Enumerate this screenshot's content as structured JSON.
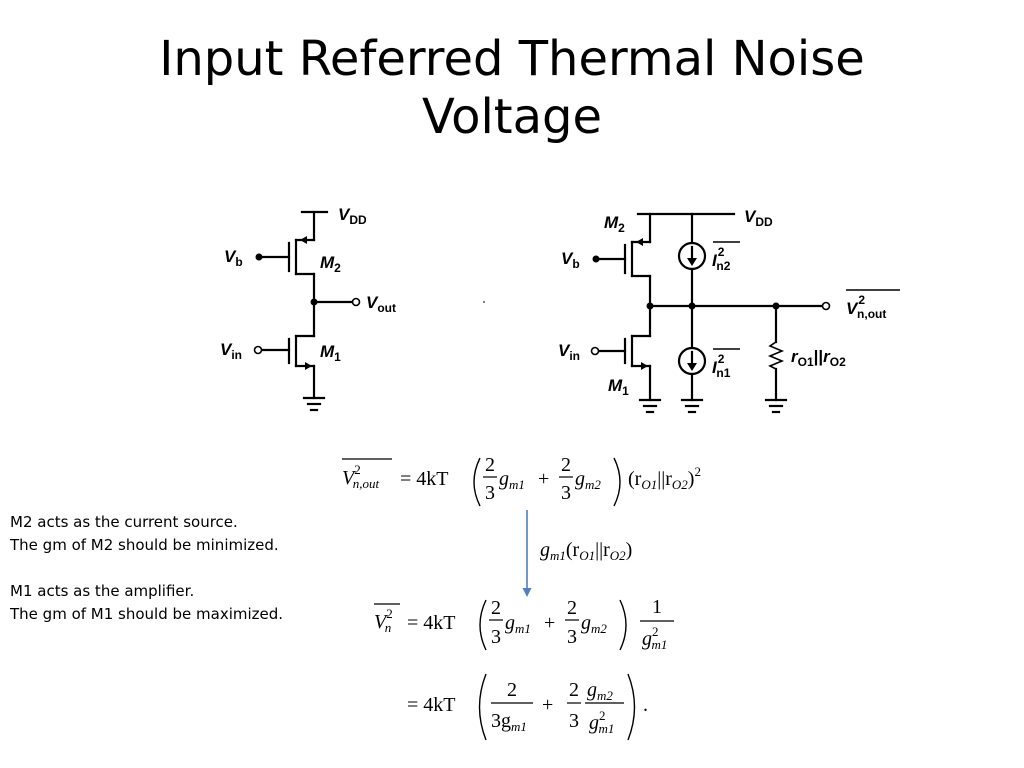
{
  "slide": {
    "title_line1": "Input Referred Thermal Noise",
    "title_line2": "Voltage"
  },
  "notes": {
    "line1": "M2 acts as the current source.",
    "line2": "The gm of M2 should be minimized.",
    "line3": "M1 acts as the amplifier.",
    "line4": "The gm of M1 should be maximized."
  },
  "circuit_left": {
    "vdd": "V",
    "vdd_sub": "DD",
    "vb": "V",
    "vb_sub": "b",
    "vin": "V",
    "vin_sub": "in",
    "vout": "V",
    "vout_sub": "out",
    "m2": "M",
    "m2_sub": "2",
    "m1": "M",
    "m1_sub": "1"
  },
  "circuit_right": {
    "vdd": "V",
    "vdd_sub": "DD",
    "vb": "V",
    "vb_sub": "b",
    "vin": "V",
    "vin_sub": "in",
    "m2": "M",
    "m2_sub": "2",
    "m1": "M",
    "m1_sub": "1",
    "in2": "I",
    "in2_sub": "n2",
    "in2_sup": "2",
    "in1": "I",
    "in1_sub": "n1",
    "in1_sup": "2",
    "rout_a": "r",
    "rout_a_sub": "O1",
    "rout_sep": "||",
    "rout_b": "r",
    "rout_b_sub": "O2",
    "vnout": "V",
    "vnout_sub": "n,out",
    "vnout_sup": "2"
  },
  "equations": {
    "eq1_lhs": "V",
    "eq1_lhs_sup": "2",
    "eq1_lhs_sub": "n,out",
    "eq1_mid": "= 4kT",
    "frac_num": "2",
    "frac_den": "3",
    "gm": "g",
    "gm1_sub": "m1",
    "gm2_sub": "m2",
    "plus": "+",
    "eq1_tail": "(r",
    "eq1_r1_sub": "O1",
    "eq1_sep": "||r",
    "eq1_r2_sub": "O2",
    "eq1_close": ")",
    "eq1_pow": "2",
    "gain_g": "g",
    "gain_sub": "m1",
    "gain_open": "(r",
    "gain_r1_sub": "O1",
    "gain_sep": "||r",
    "gain_r2_sub": "O2",
    "gain_close": ")",
    "eq2_lhs": "V",
    "eq2_lhs_sup": "2",
    "eq2_lhs_sub": "n",
    "one": "1",
    "g2_sup": "2",
    "eq3_mid": "= 4kT",
    "eq3_den": "3g",
    "period": "."
  },
  "colors": {
    "arrow": "#4f7fbf",
    "text": "#000000"
  }
}
